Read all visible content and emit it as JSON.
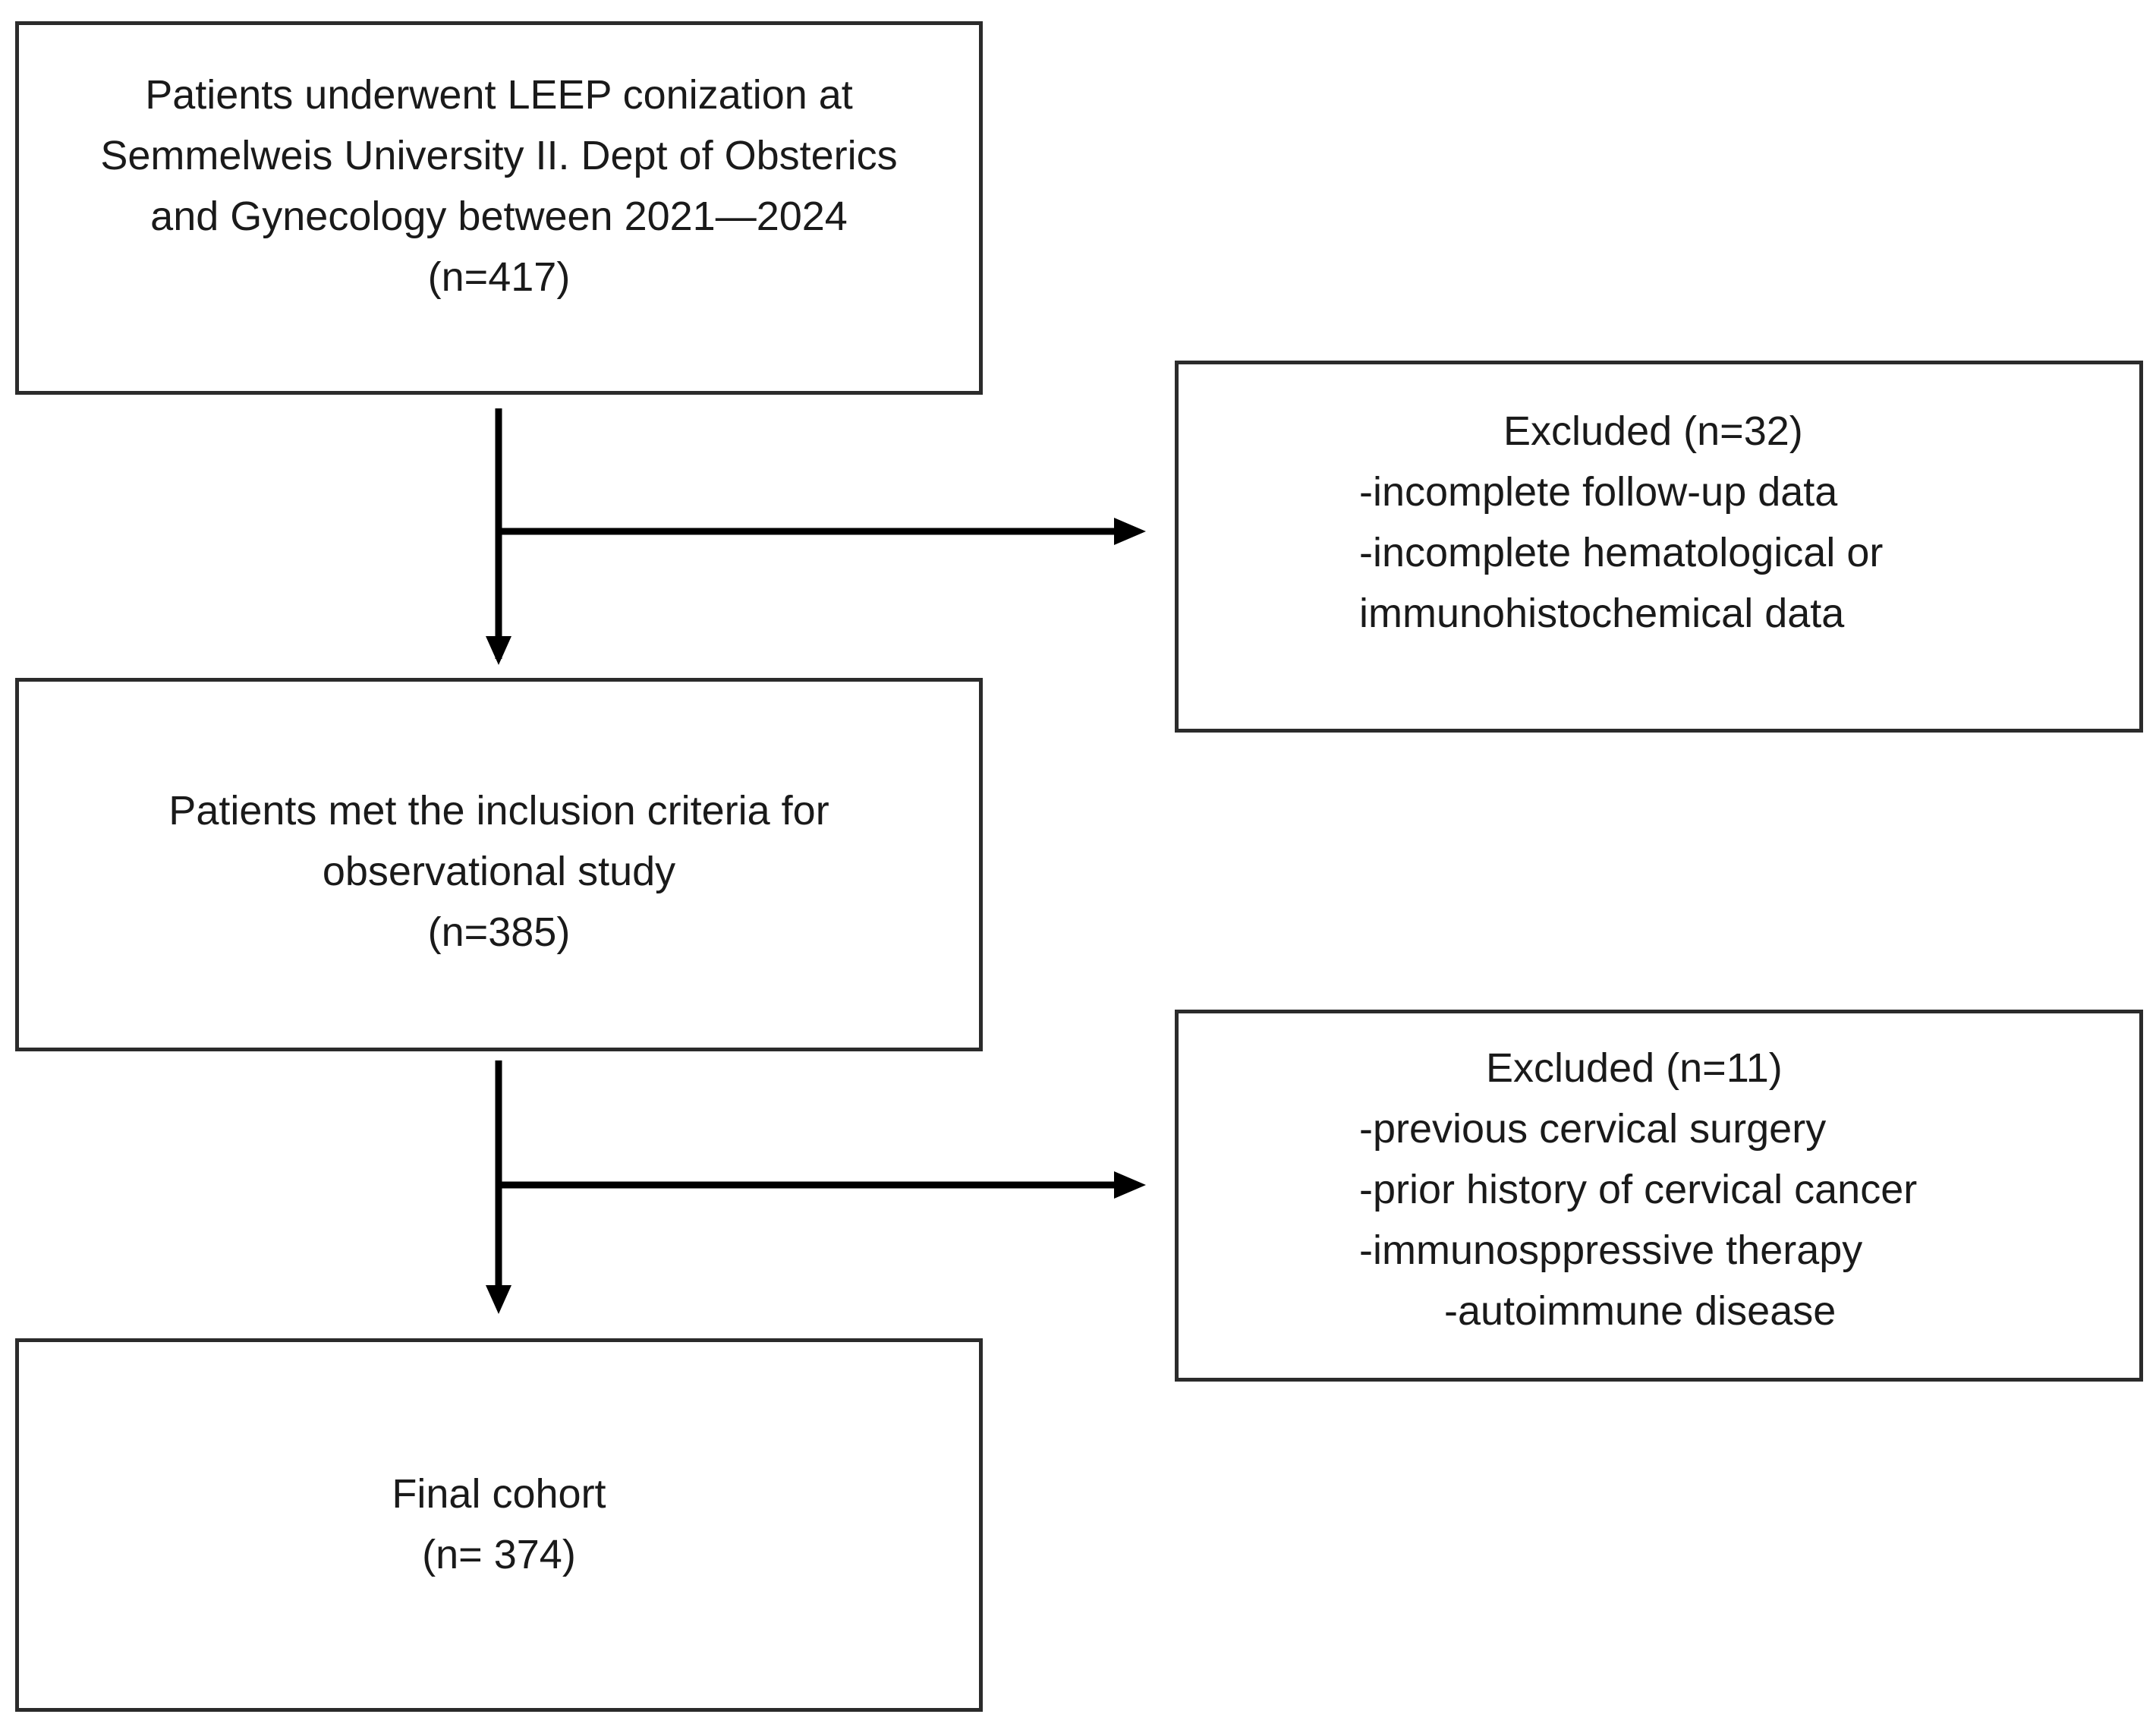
{
  "flow": {
    "box1": {
      "lines": [
        "Patients underwent LEEP conization at",
        "Semmelweis University II. Dept of Obsterics",
        "and Gynecology between  2021—2024",
        "(n=417)"
      ]
    },
    "box2": {
      "lines": [
        "Patients met the inclusion criteria for",
        "observational study",
        "(n=385)"
      ]
    },
    "box3": {
      "lines": [
        "Final cohort",
        "(n= 374)"
      ]
    },
    "exclusion1": {
      "title": "Excluded (n=32)",
      "items": [
        "-incomplete follow-up data",
        "-incomplete hematological or",
        "immunohistochemical data"
      ]
    },
    "exclusion2": {
      "title": "Excluded (n=11)",
      "items": [
        "-previous cervical surgery",
        "-prior history of cervical cancer",
        "-immunosppressive therapy",
        "-autoimmune disease"
      ]
    }
  },
  "colors": {
    "stroke": "#2b2b2b",
    "arrow": "#000000",
    "text": "#1a1a1a"
  }
}
